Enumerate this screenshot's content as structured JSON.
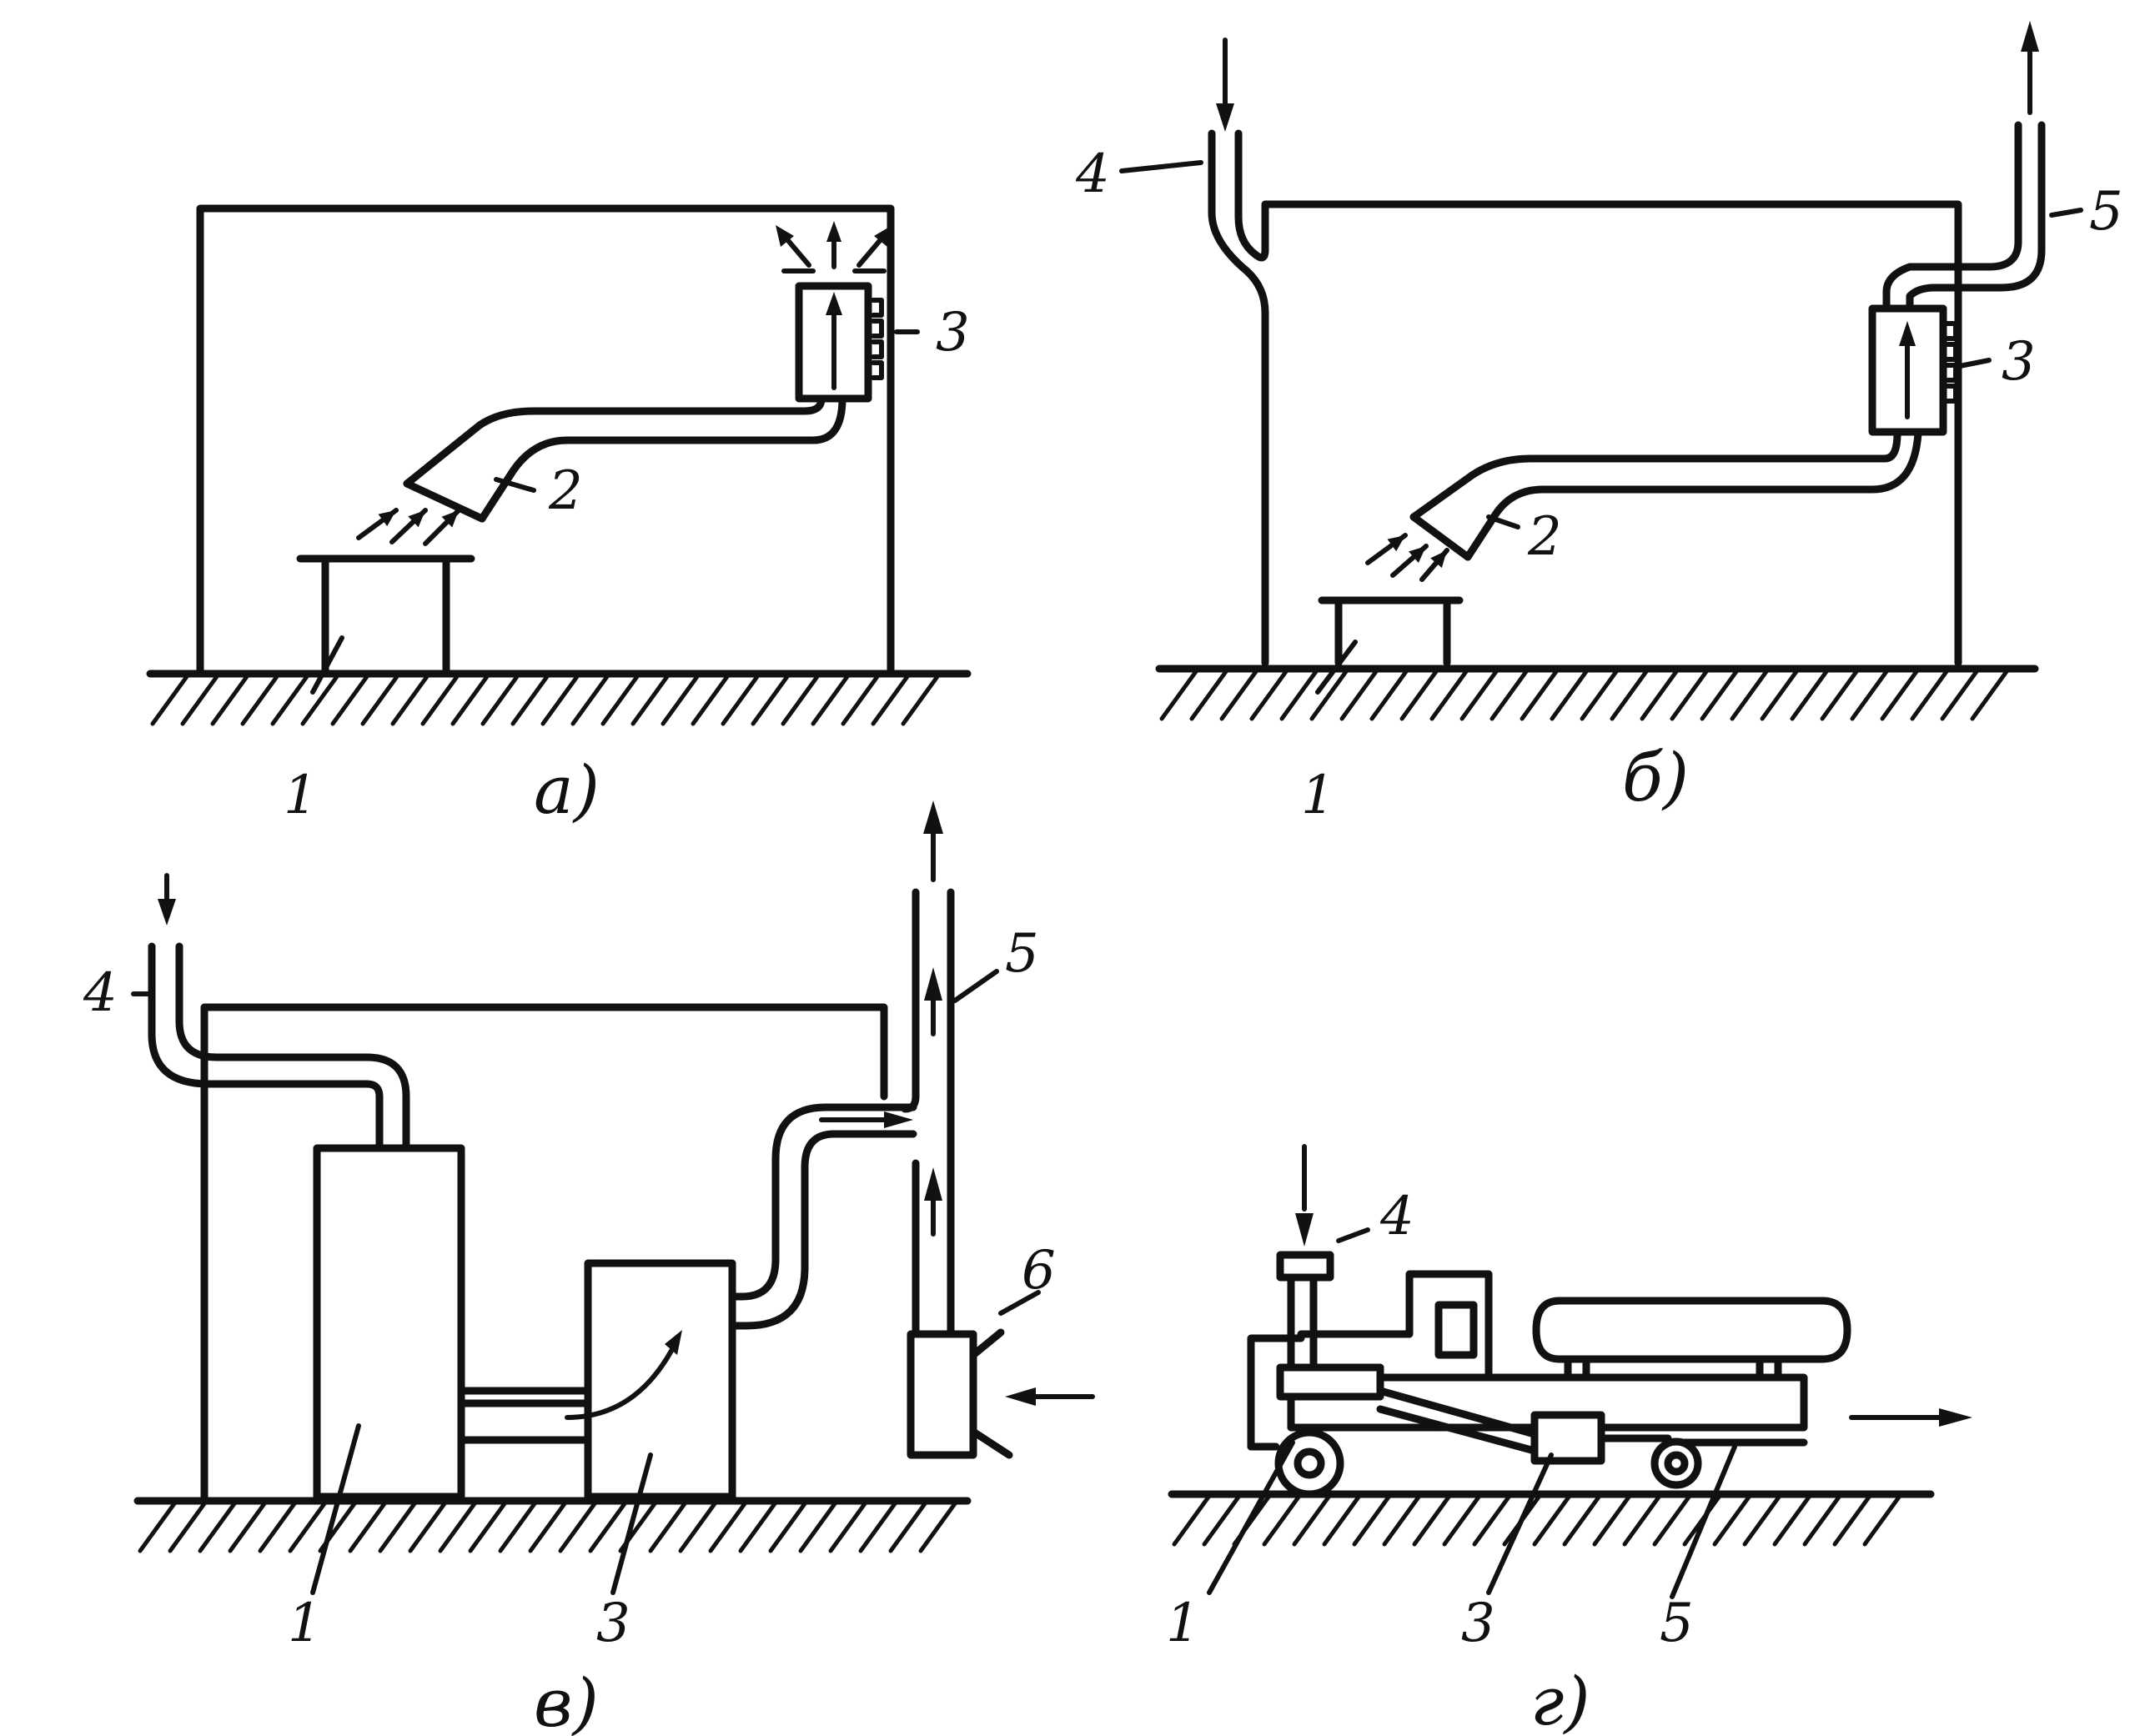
{
  "panels": {
    "a": {
      "caption": "а)",
      "labels": {
        "workpiece": "1",
        "hood": "2",
        "filter": "3"
      }
    },
    "b": {
      "caption": "б)",
      "labels": {
        "workpiece": "1",
        "hood": "2",
        "filter": "3",
        "intake_pipe": "4",
        "exhaust_pipe": "5"
      }
    },
    "v": {
      "caption": "в)",
      "labels": {
        "engine": "1",
        "filter": "3",
        "intake_pipe": "4",
        "exhaust_pipe": "5",
        "ejector": "6"
      }
    },
    "g": {
      "caption": "г)",
      "labels": {
        "engine": "1",
        "filter": "3",
        "intake_pipe": "4",
        "exhaust_pipe": "5"
      }
    }
  }
}
